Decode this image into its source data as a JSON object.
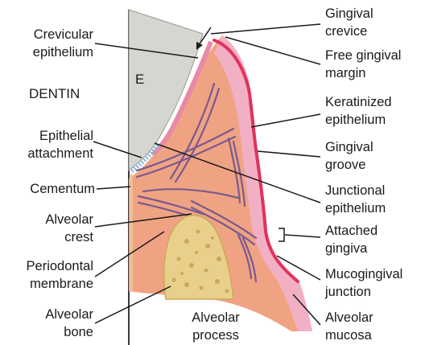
{
  "diagram": {
    "colors": {
      "enamel": "#d6d6d0",
      "dentin_line": "#3a3a3a",
      "gingiva": "#f0a383",
      "epithelium": "#f2b0c4",
      "keratinized_edge": "#e0335e",
      "fibers": "#7a5a8e",
      "bone": "#e9d08a",
      "bone_spots": "#c9a85a",
      "attachment": "#8fb5dc",
      "leader": "#1a1a1a"
    },
    "tooth": {
      "enamel_label": "E",
      "dentin_label": "DENTIN"
    },
    "labels_left": [
      {
        "id": "crevicular-epithelium",
        "lines": [
          "Crevicular",
          "epithelium"
        ]
      },
      {
        "id": "epithelial-attachment",
        "lines": [
          "Epithelial",
          "attachment"
        ]
      },
      {
        "id": "cementum",
        "lines": [
          "Cementum"
        ]
      },
      {
        "id": "alveolar-crest",
        "lines": [
          "Alveolar",
          "crest"
        ]
      },
      {
        "id": "periodontal-membrane",
        "lines": [
          "Periodontal",
          "membrane"
        ]
      },
      {
        "id": "alveolar-bone",
        "lines": [
          "Alveolar",
          "bone"
        ]
      }
    ],
    "labels_right": [
      {
        "id": "gingival-crevice",
        "lines": [
          "Gingival",
          "crevice"
        ]
      },
      {
        "id": "free-gingival-margin",
        "lines": [
          "Free gingival",
          "margin"
        ]
      },
      {
        "id": "keratinized-epithelium",
        "lines": [
          "Keratinized",
          "epithelium"
        ]
      },
      {
        "id": "gingival-groove",
        "lines": [
          "Gingival",
          "groove"
        ]
      },
      {
        "id": "junctional-epithelium",
        "lines": [
          "Junctional",
          "epithelium"
        ]
      },
      {
        "id": "attached-gingiva",
        "lines": [
          "Attached",
          "gingiva"
        ]
      },
      {
        "id": "mucogingival-junction",
        "lines": [
          "Mucogingival",
          "junction"
        ]
      },
      {
        "id": "alveolar-mucosa",
        "lines": [
          "Alveolar",
          "mucosa"
        ]
      }
    ],
    "labels_bottom": [
      {
        "id": "alveolar-process",
        "lines": [
          "Alveolar",
          "process"
        ]
      }
    ]
  }
}
